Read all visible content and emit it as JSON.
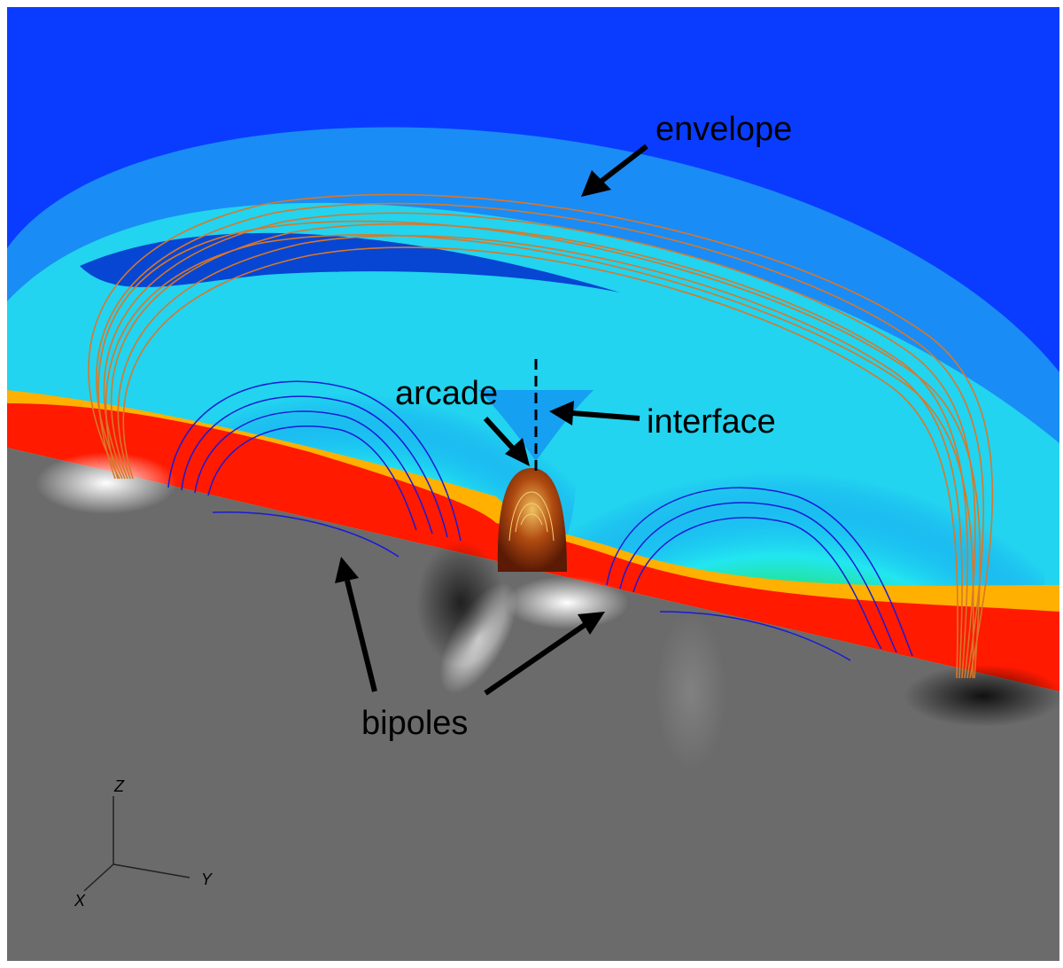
{
  "annotations": {
    "envelope": "envelope",
    "arcade": "arcade",
    "interface": "interface",
    "bipoles": "bipoles"
  },
  "axes": {
    "z": "Z",
    "y": "Y",
    "x": "X"
  },
  "colors": {
    "sky_top": "#0a3cff",
    "deep_blue": "#0022cc",
    "cyan": "#22e6f0",
    "green": "#22e02a",
    "red": "#ff1a00",
    "ground": "#6b6b6b",
    "envelope_lines": "#d9772a",
    "bipole_lines": "#1a1ad6"
  }
}
